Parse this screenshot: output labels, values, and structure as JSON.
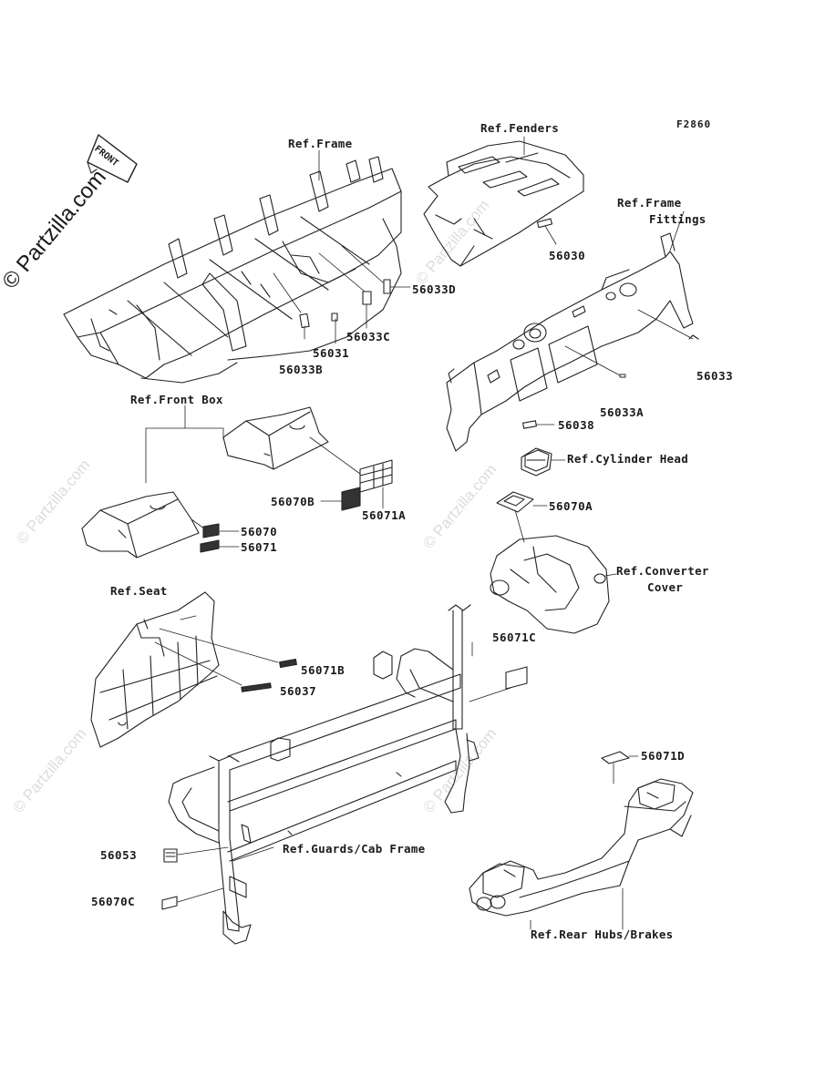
{
  "figure_code": "F2860",
  "watermark": {
    "main": "© Partzilla.com",
    "tile": "© Partzilla.com"
  },
  "front_marker": "FRONT",
  "refs": {
    "frame": "Ref.Frame",
    "fenders": "Ref.Fenders",
    "frame_fittings_1": "Ref.Frame",
    "frame_fittings_2": "Fittings",
    "front_box": "Ref.Front Box",
    "cylinder_head": "Ref.Cylinder Head",
    "converter_cover_1": "Ref.Converter",
    "converter_cover_2": "Cover",
    "seat": "Ref.Seat",
    "guards": "Ref.Guards/Cab Frame",
    "rear_hubs": "Ref.Rear Hubs/Brakes"
  },
  "parts": {
    "p56033D": "56033D",
    "p56033C": "56033C",
    "p56031": "56031",
    "p56033B": "56033B",
    "p56030": "56030",
    "p56033": "56033",
    "p56033A": "56033A",
    "p56038": "56038",
    "p56070B": "56070B",
    "p56071A": "56071A",
    "p56070": "56070",
    "p56071": "56071",
    "p56070A": "56070A",
    "p56071C": "56071C",
    "p56071B": "56071B",
    "p56037": "56037",
    "p56071D": "56071D",
    "p56053": "56053",
    "p56070C": "56070C"
  }
}
